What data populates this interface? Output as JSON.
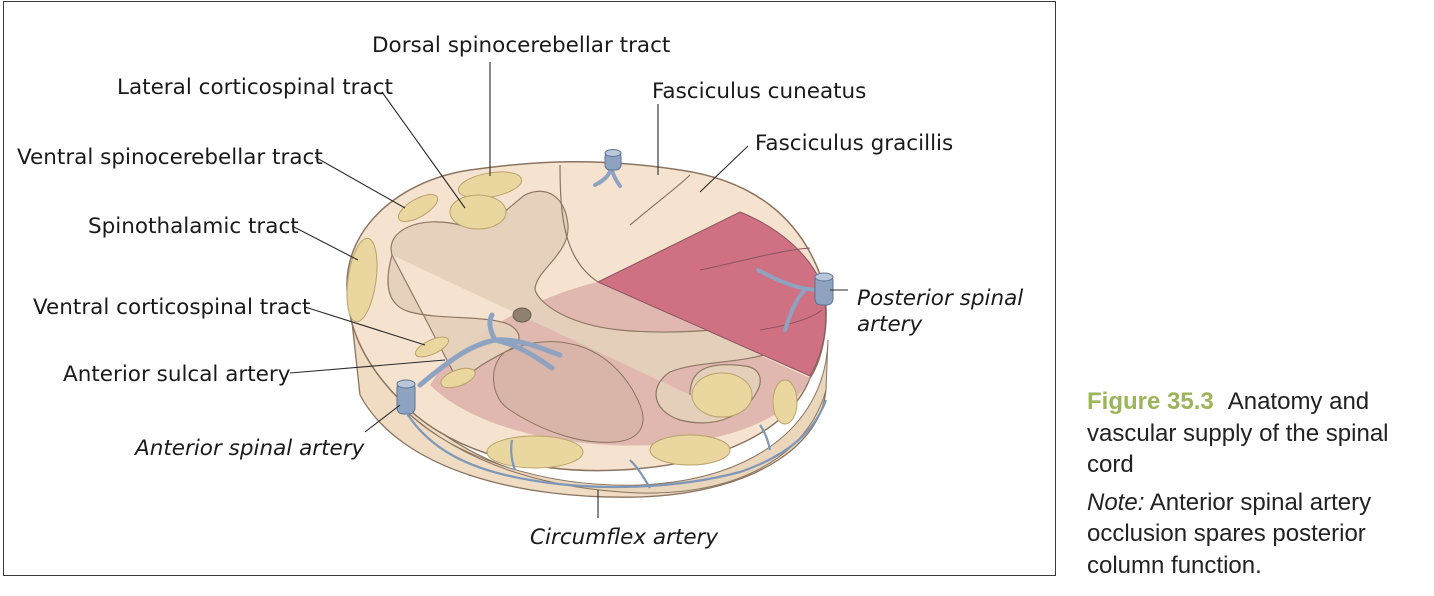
{
  "labels": {
    "dorsal_spinocerebellar": "Dorsal spinocerebellar tract",
    "lateral_corticospinal": "Lateral corticospinal tract",
    "fasciculus_cuneatus": "Fasciculus cuneatus",
    "fasciculus_gracillis": "Fasciculus gracillis",
    "ventral_spinocerebellar": "Ventral spinocerebellar tract",
    "spinothalamic": "Spinothalamic tract",
    "ventral_corticospinal": "Ventral corticospinal tract",
    "anterior_sulcal_artery": "Anterior sulcal artery",
    "anterior_spinal_artery": "Anterior spinal artery",
    "posterior_spinal_artery_line1": "Posterior spinal",
    "posterior_spinal_artery_line2": "artery",
    "circumflex_artery": "Circumflex artery"
  },
  "caption": {
    "figure_number": "Figure 35.3",
    "title": "Anatomy and vascular supply of the spinal cord",
    "note_label": "Note:",
    "note_text": "Anterior spinal artery occlusion spares posterior column function."
  },
  "colors": {
    "white_matter": "#f6e3cf",
    "gray_matter": "#e5d1bb",
    "tract_yellow": "#ead7a0",
    "posterior_territory": "#cf7182",
    "anterior_territory": "#d8aaa4",
    "artery_blue": "#8ea3c1",
    "caption_green": "#9cb55b"
  }
}
